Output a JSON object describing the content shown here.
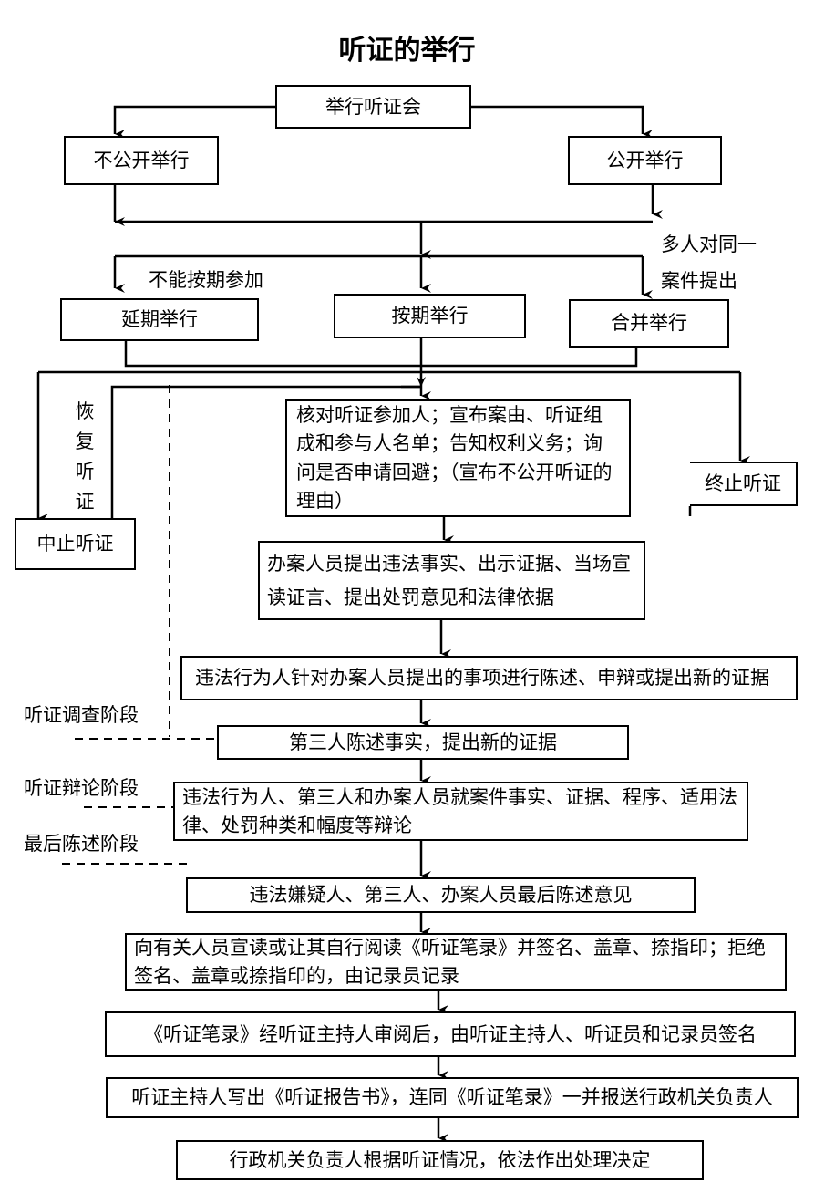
{
  "title": "听证的举行",
  "nodes": {
    "hold": "举行听证会",
    "nonpublic": "不公开举行",
    "public": "公开举行",
    "postpone": "延期举行",
    "scheduled": "按期举行",
    "merge": "合并举行",
    "check": "核对听证参加人；宣布案由、听证组成和参与人名单；告知权利义务；询问是否申请回避；（宣布不公开听证的理由）",
    "terminate": "终止听证",
    "suspend": "中止听证",
    "handler": "办案人员提出违法事实、出示证据、当场宣读证言、提出处罚意见和法律依据",
    "offender": "违法行为人针对办案人员提出的事项进行陈述、申辩或提出新的证据",
    "third": "第三人陈述事实，提出新的证据",
    "debate": "违法行为人、第三人和办案人员就案件事实、证据、程序、适用法律、处罚种类和幅度等辩论",
    "final": "违法嫌疑人、第三人、办案人员最后陈述意见",
    "sign": "向有关人员宣读或让其自行阅读《听证笔录》并签名、盖章、捺指印；拒绝签名、盖章或捺指印的，由记录员记录",
    "review": "《听证笔录》经听证主持人审阅后，由听证主持人、听证员和记录员签名",
    "report": "听证主持人写出《听证报告书》，连同《听证笔录》一并报送行政机关负责人",
    "decision": "行政机关负责人根据听证情况，依法作出处理决定"
  },
  "labels": {
    "cannot_attend": "不能按期参加",
    "multi_line1": "多人对同一",
    "multi_line2": "案件提出",
    "resume": "恢复听证",
    "stage_investigation": "听证调查阶段",
    "stage_debate": "听证辩论阶段",
    "stage_final": "最后陈述阶段"
  }
}
